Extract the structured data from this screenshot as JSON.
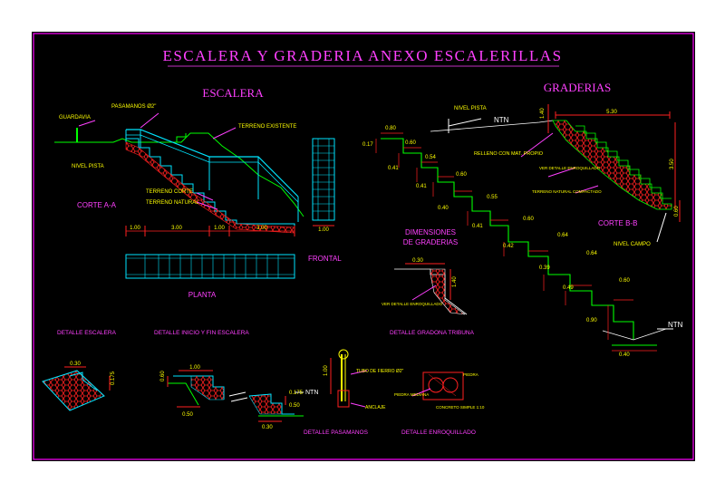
{
  "title": "ESCALERA Y GRADERIA ANEXO ESCALERILLAS",
  "sections": {
    "escalera": "ESCALERA",
    "graderias": "GRADERIAS"
  },
  "escalera": {
    "guardavia": "GUARDAVIA",
    "pasamanos": "PASAMANOS Ø2\"",
    "terreno_existente": "TERRENO EXISTENTE",
    "nivel_pista": "NIVEL PISTA",
    "terreno_corte": "TERRENO CORTE",
    "terreno_natural": "TERRENO NATURAL",
    "corte": "CORTE A-A",
    "dims": [
      "1.00",
      "3.00",
      "1.00",
      "3.00"
    ],
    "frontal": "FRONTAL",
    "frontal_dim": "1.00",
    "planta": "PLANTA"
  },
  "graderias": {
    "nivel_pista": "NIVEL PISTA",
    "ntn": "NTN",
    "relleno": "RELLENO CON MAT. PROPIO",
    "ver_detalle": "VER DETALLE ENROQUILLADO",
    "terreno_natural": "TERRENO NATURAL COMPACTADO",
    "corte": "CORTE B-B",
    "nivel_campo": "NIVEL CAMPO",
    "dim_top": "5.30",
    "dim_side": "1.40",
    "dim_right": "3.50",
    "dim_right2": "0.60",
    "dimensiones_1": "DIMENSIONES",
    "dimensiones_2": "DE GRADERIAS",
    "steps": [
      "0.80",
      "0.60",
      "0.54",
      "0.60",
      "0.55",
      "0.60",
      "0.64",
      "0.64",
      "0.60"
    ],
    "risers": [
      "0.17",
      "0.41",
      "0.41",
      "0.40",
      "0.41",
      "0.42",
      "0.39",
      "0.49",
      "0.90",
      "0.40"
    ],
    "ntn_bottom": "NTN"
  },
  "details": {
    "gradona": "DETALLE GRADONA TRIBUNA",
    "gradona_top": "0.30",
    "gradona_side": "1.40",
    "gradona_ver": "VER DETALLE ENROQUILLADO",
    "escalera": "DETALLE ESCALERA",
    "escalera_dims": [
      "0.30",
      "0.175"
    ],
    "inicio_fin": "DETALLE INICIO Y FIN ESCALERA",
    "inicio_dims": [
      "1.00",
      "0.50",
      "0.60",
      "0.175",
      "0.30",
      "0.50"
    ],
    "inicio_ntn": "NTN",
    "pasamanos": "DETALLE PASAMANOS",
    "tubo": "TUBO DE FIERRO Ø2\"",
    "anclaje": "ANCLAJE",
    "pasamanos_dim": "1.00",
    "enroquillado": "DETALLE ENROQUILLADO",
    "piedra": "PIEDRA MEDIANA",
    "concreto": "CONCRETO SIMPLE 1:10",
    "piedra_top": "PIEDRA"
  }
}
